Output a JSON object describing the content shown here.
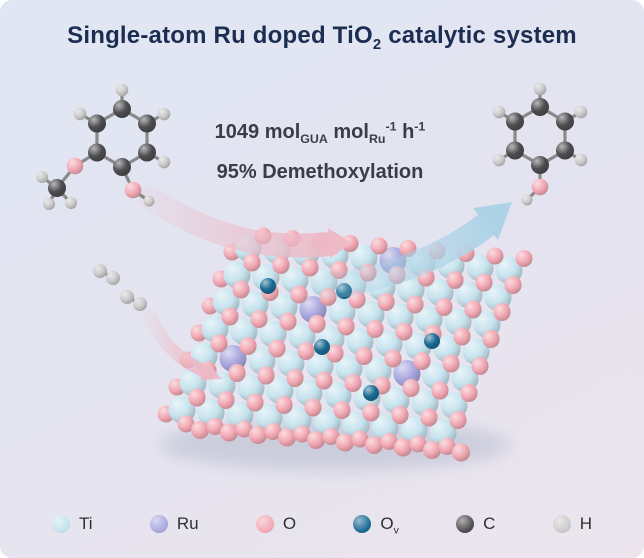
{
  "title": {
    "pre": "Single-atom Ru doped TiO",
    "sub": "2",
    "post": " catalytic system"
  },
  "stats": {
    "rate_prefix": "1049 mol",
    "rate_sub_gua": "GUA",
    "rate_mid": " mol",
    "rate_sub_ru": "Ru",
    "rate_sup_1": "-1",
    "rate_h": " h",
    "rate_sup_2": "-1",
    "demethoxylation": "95% Demethoxylation"
  },
  "legend": {
    "items": [
      {
        "label": "Ti",
        "color": "#c6e3ee"
      },
      {
        "label": "Ru",
        "color": "#a9a8de"
      },
      {
        "label": "O",
        "color": "#f2a9b4"
      },
      {
        "label": "O",
        "sub": "v",
        "color": "#1a6a93"
      },
      {
        "label": "C",
        "color": "#4d4d50"
      },
      {
        "label": "H",
        "color": "#cbcbcb"
      }
    ]
  },
  "colors": {
    "title_text": "#1c2d52",
    "stats_text": "#3c3c45",
    "arrow_pink": "#eeb9c6",
    "arrow_blue": "#aed3e6",
    "bond": "#8a8a8a",
    "background_start": "#e0e6f3",
    "background_end": "#ece5ed"
  }
}
